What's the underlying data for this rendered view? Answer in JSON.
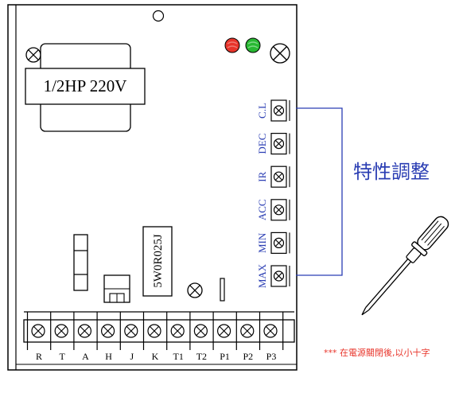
{
  "board": {
    "label": "1/2HP 220V",
    "resistor_label": "5W0R025J"
  },
  "leds": [
    {
      "name": "led-red",
      "color": "#e8342a",
      "highlight": "#f07a72"
    },
    {
      "name": "led-green",
      "color": "#28b832",
      "highlight": "#7fd987"
    }
  ],
  "adjust_pots": [
    "C.L",
    "DEC",
    "IR",
    "ACC",
    "MIN",
    "MAX"
  ],
  "adjust_title": "特性調整",
  "terminals": [
    "R",
    "T",
    "A",
    "H",
    "J",
    "K",
    "T1",
    "T2",
    "P1",
    "P2",
    "P3"
  ],
  "note": "*** 在電源關閉後,以小十字",
  "colors": {
    "accent_blue": "#2a3db3",
    "note_red": "#e8342a",
    "line": "#000000"
  }
}
